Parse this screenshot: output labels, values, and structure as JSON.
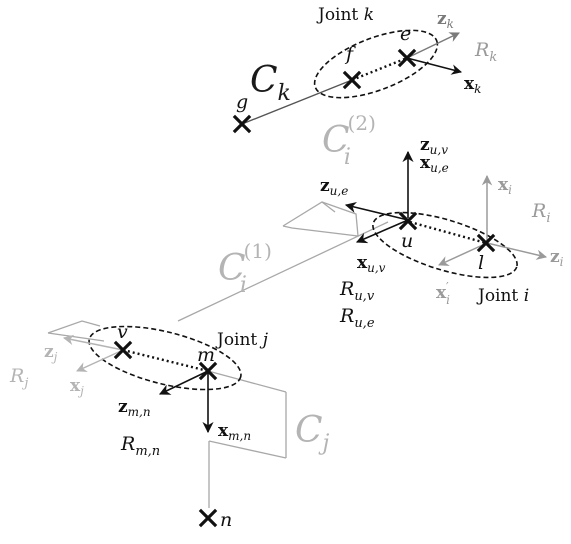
{
  "figure": {
    "colors": {
      "black": "#111111",
      "dark_gray": "#7a7a7a",
      "gray": "#9a9a9a",
      "light_gray": "#b4b4b4"
    },
    "joints": {
      "k": {
        "label": "Joint k",
        "italic_letter": "k",
        "text": "Joint"
      },
      "i": {
        "text": "Joint",
        "italic_letter": "i"
      },
      "j": {
        "text": "Joint",
        "italic_letter": "j"
      }
    },
    "points": [
      "g",
      "f",
      "e",
      "u",
      "l",
      "v",
      "m",
      "n"
    ],
    "frames": {
      "R_k": {
        "base": "R",
        "sub": "k"
      },
      "R_i": {
        "base": "R",
        "sub": "i"
      },
      "R_j": {
        "base": "R",
        "sub": "j"
      },
      "R_uv": {
        "base": "R",
        "sub": "u,v"
      },
      "R_ue": {
        "base": "R",
        "sub": "u,e"
      },
      "R_mn": {
        "base": "R",
        "sub": "m,n"
      }
    },
    "axes": {
      "z_k": {
        "base": "z",
        "sub": "k"
      },
      "x_k": {
        "base": "x",
        "sub": "k"
      },
      "z_uv": {
        "base": "z",
        "sub": "u,v"
      },
      "x_ue": {
        "base": "x",
        "sub": "u,e"
      },
      "z_ue": {
        "base": "z",
        "sub": "u,e"
      },
      "x_uv": {
        "base": "x",
        "sub": "u,v"
      },
      "x_i": {
        "base": "x",
        "sub": "i"
      },
      "z_i": {
        "base": "z",
        "sub": "i"
      },
      "x_i_prime": {
        "base": "x",
        "sub": "i",
        "sup": "′"
      },
      "z_j": {
        "base": "z",
        "sub": "j"
      },
      "x_j": {
        "base": "x",
        "sub": "j"
      },
      "z_mn": {
        "base": "z",
        "sub": "m,n"
      },
      "x_mn": {
        "base": "x",
        "sub": "m,n"
      }
    },
    "links": {
      "C_k": {
        "base": "C",
        "sub": "k"
      },
      "C_i_2": {
        "base": "C",
        "sub": "i",
        "sup": "(2)"
      },
      "C_i_1": {
        "base": "C",
        "sub": "i",
        "sup": "(1)"
      },
      "C_j": {
        "base": "C",
        "sub": "j"
      }
    }
  }
}
